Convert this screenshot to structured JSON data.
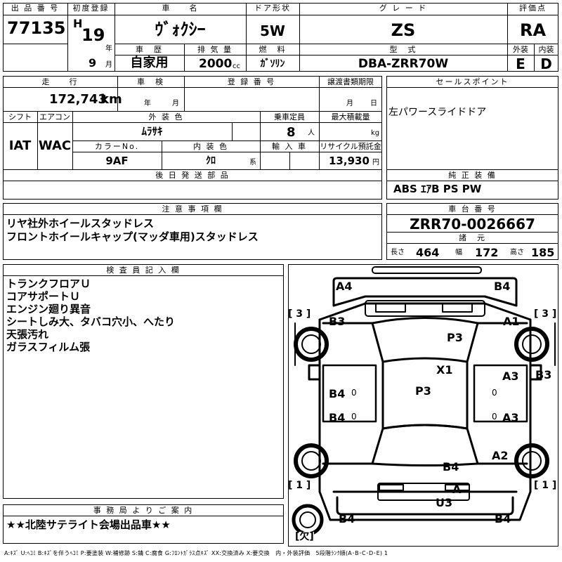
{
  "header": {
    "lot_no_label": "出 品 番 号",
    "lot_no": "77135",
    "first_reg_label": "初度登録",
    "era": "H",
    "year": "19",
    "year_unit": "年",
    "month": "9",
    "month_unit": "月",
    "car_name_label": "車　　名",
    "car_name": "ｳﾞｫｸｼｰ",
    "door_label": "ドア形状",
    "door": "5W",
    "grade_label": "グ レ ー ド",
    "grade": "ZS",
    "score_label": "評価点",
    "score": "RA",
    "history_label": "車　歴",
    "history": "自家用",
    "displacement_label": "排 気 量",
    "displacement": "2000",
    "displacement_unit": "cc",
    "fuel_label": "燃　料",
    "fuel": "ｶﾞｿﾘﾝ",
    "model_label": "型　式",
    "model": "DBA-ZRR70W",
    "exterior_label": "外装",
    "exterior": "E",
    "interior_label": "内装",
    "interior": "D"
  },
  "info": {
    "mileage_label": "走　　行",
    "mileage": "172,743",
    "mileage_unit": "km",
    "inspection_label": "車　検",
    "inspection_year_unit": "年",
    "inspection_month_unit": "月",
    "plate_label": "登 録 番 号",
    "transfer_label": "譲渡書類期限",
    "transfer_month_unit": "月",
    "transfer_day_unit": "日",
    "shift_label": "シフト",
    "shift": "IAT",
    "ac_label": "エアコン",
    "ac": "WAC",
    "color_label": "外 装 色",
    "color": "ﾑﾗｻｷ",
    "capacity_label": "乗車定員",
    "capacity": "8",
    "capacity_unit": "人",
    "load_label": "最大積載量",
    "load_unit": "kg",
    "color_no_label": "カラーNo.",
    "color_no": "9AF",
    "interior_color_label": "内 装 色",
    "interior_color": "ｸﾛ",
    "interior_color_unit": "系",
    "import_label": "輸 入 車",
    "recycle_label": "リサイクル預託金",
    "recycle": "13,930",
    "recycle_unit": "円",
    "later_parts_label": "後 日 発 送 部 品"
  },
  "sales_point": {
    "label": "セールスポイント",
    "text": "左パワースライドドア"
  },
  "equipment": {
    "label": "純 正 装 備",
    "text": "ABS ｴｱB PS PW"
  },
  "notes": {
    "label": "注 意 事 項 欄",
    "lines": [
      "リヤ社外ホイールスタッドレス",
      "フロントホイールキャップ(マッダ車用)スタッドレス"
    ]
  },
  "chassis": {
    "label": "車 台 番 号",
    "number": "ZRR70-0026667",
    "spec_label": "諸　元",
    "length_label": "長さ",
    "length": "464",
    "width_label": "幅",
    "width": "172",
    "height_label": "高さ",
    "height": "185"
  },
  "inspector": {
    "label": "検 査 員 記 入 欄",
    "lines": [
      "トランクフロアＵ",
      "コアサポートＵ",
      "エンジン廻り異音",
      "シートしみ大、タバコ穴小、へたり",
      "天張汚れ",
      "ガラスフィルム張"
    ]
  },
  "office": {
    "label": "事 務 局 よ り ご 案 内",
    "text": "★★北陸サテライト会場出品車★★"
  },
  "diagram": {
    "marks": {
      "a4": "A4",
      "b4_tr": "B4",
      "b3_l": "B3",
      "a1": "A1",
      "p3_top": "P3",
      "x1": "X1",
      "a3_r1": "A3",
      "b3_r": "B3",
      "b4_l1": "B4",
      "p3_mid": "P3",
      "b4_l2": "B4",
      "a3_r2": "A3",
      "a2": "A2",
      "b4_c": "B4",
      "a_c": "A",
      "u3": "U3",
      "b4_bl": "B4",
      "b4_br": "B4"
    },
    "tire_left_top": "[ 3 ]",
    "tire_right_top": "[ 3 ]",
    "tire_left_bottom": "[ 1 ]",
    "tire_right_bottom": "[ 1 ]",
    "spare": "[欠]",
    "zero": "0"
  },
  "legend": "A:ｷｽﾞ U:ﾍｺﾐ B:ｷｽﾞを伴うﾍｺﾐ P:要塗装 W:補修跡 S:錆 C:腐食 G:ﾌﾛﾝﾄｶﾞﾗｽ点ｷｽﾞ XX:交換済み X:要交換　内・外装評価　5段階ﾗﾝｸ順(A･B･C･D･E) 1"
}
